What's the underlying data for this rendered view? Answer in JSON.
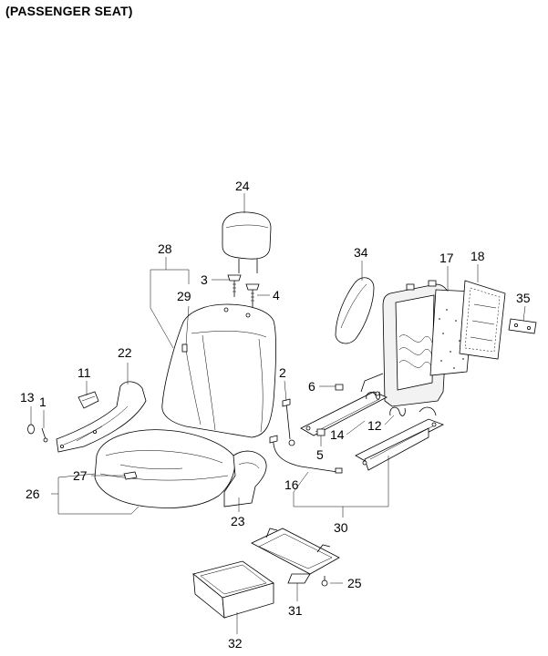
{
  "title": "(PASSENGER SEAT)",
  "callouts": {
    "n1": "1",
    "n2": "2",
    "n3": "3",
    "n4": "4",
    "n5": "5",
    "n6": "6",
    "n11": "11",
    "n12": "12",
    "n13": "13",
    "n14": "14",
    "n16": "16",
    "n17": "17",
    "n18": "18",
    "n22": "22",
    "n23": "23",
    "n24": "24",
    "n25": "25",
    "n26": "26",
    "n27": "27",
    "n28": "28",
    "n29": "29",
    "n30": "30",
    "n31": "31",
    "n32": "32",
    "n34": "34",
    "n35": "35"
  }
}
